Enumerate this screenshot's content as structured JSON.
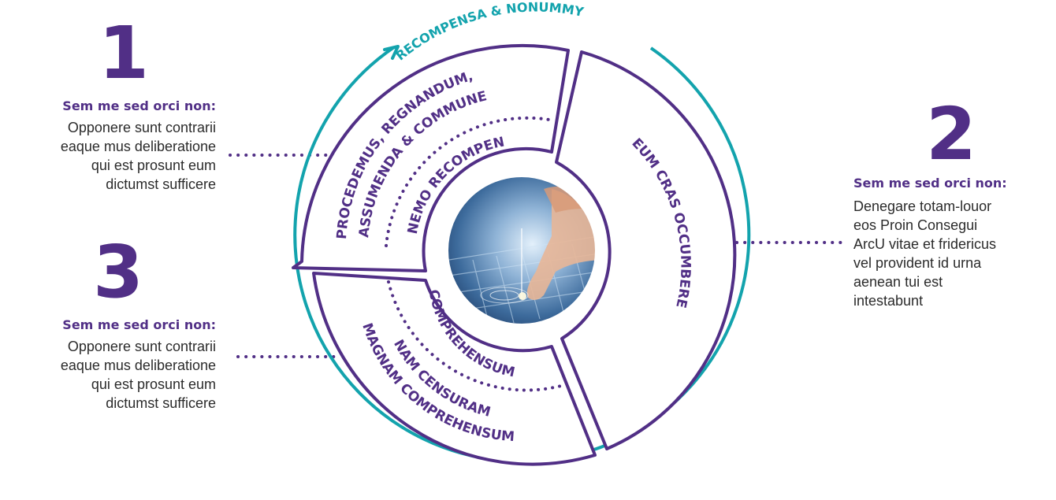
{
  "colors": {
    "purple": "#512f86",
    "teal": "#13a3ad",
    "text": "#2b2b2b"
  },
  "outer_ring_label": "RECOMPENSA & NONUMMY",
  "segments": {
    "top_left": {
      "outer_line1": "PROCEDEMUS, REGNANDUM,",
      "outer_line2": "ASSUMENDA & COMMUNE",
      "inner": "NEMO RECOMPEN"
    },
    "right": {
      "label": "EUM CRAS OCCUMBERE"
    },
    "bottom_left": {
      "inner": "COMPREHENSUM",
      "outer_line1": "NAM CENSURAM",
      "outer_line2": "MAGNAM COMPREHENSUM"
    }
  },
  "center_image": {
    "description_icon": "hand-touching-keyboard-image"
  },
  "callouts": {
    "one": {
      "number": "1",
      "heading": "Sem me sed orci non:",
      "lines": [
        "Opponere sunt contrarii",
        "eaque mus deliberatione",
        "qui est prosunt eum",
        "dictumst sufficere"
      ]
    },
    "two": {
      "number": "2",
      "heading": "Sem me sed orci non:",
      "lines": [
        "Denegare totam-louor",
        "eos Proin Consegui",
        "ArcU vitae et fridericus",
        "vel provident id urna",
        "aenean tui est",
        "intestabunt"
      ]
    },
    "three": {
      "number": "3",
      "heading": "Sem me sed orci non:",
      "lines": [
        "Opponere sunt contrarii",
        "eaque mus deliberatione",
        "qui est prosunt eum",
        "dictumst sufficere"
      ]
    }
  }
}
